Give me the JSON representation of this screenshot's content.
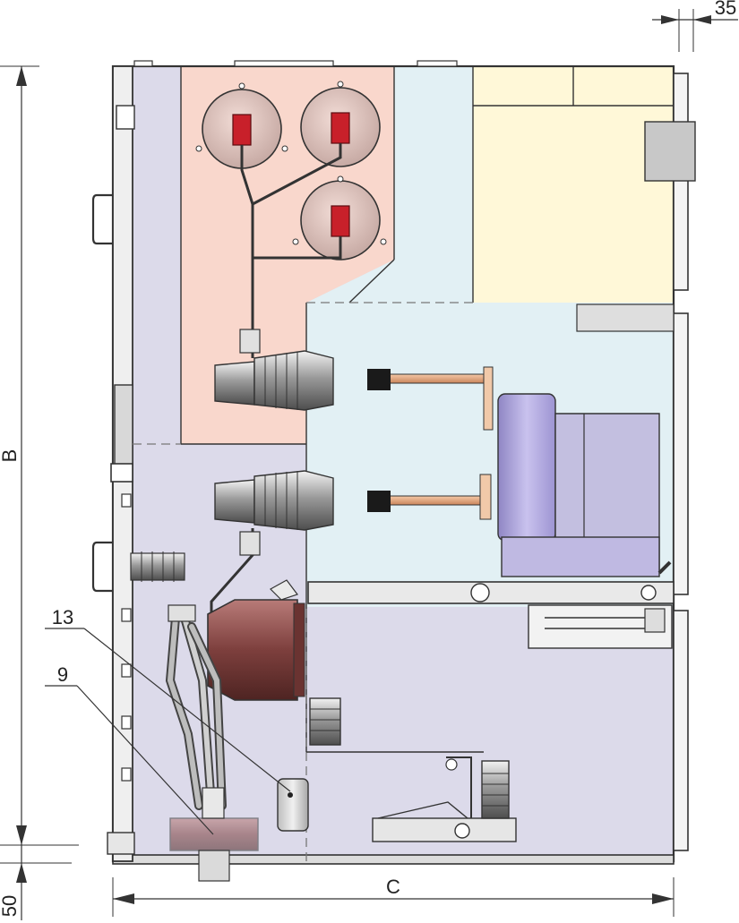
{
  "dimensions": {
    "height_label": "B",
    "width_label": "C",
    "base_label": "50",
    "offset_label": "35"
  },
  "callouts": {
    "c13": "13",
    "c9": "9"
  },
  "colors": {
    "busbar_compartment": "#f9d7cc",
    "breaker_compartment": "#e2f0f4",
    "cable_compartment": "#dcdaea",
    "lv_compartment": "#fff8d8",
    "breaker_body": "#bdb6e4",
    "ct_brown": "#8a4a48",
    "insulator_gray": "#9b9b9b",
    "copper": "#e3a77b",
    "busbar_red": "#c8202a"
  }
}
